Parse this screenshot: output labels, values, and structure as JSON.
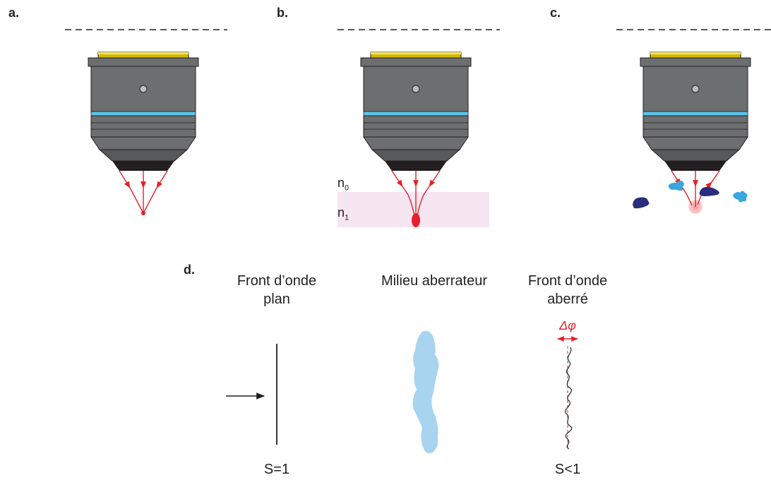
{
  "panels": {
    "a": {
      "label": "a."
    },
    "b": {
      "label": "b.",
      "n0_base": "n",
      "n0_sub": "0",
      "n1_base": "n",
      "n1_sub": "1"
    },
    "c": {
      "label": "c."
    },
    "d": {
      "label": "d.",
      "plane_wavefront_line1": "Front d’onde",
      "plane_wavefront_line2": "plan",
      "medium_title": "Milieu aberrateur",
      "aberrated_line1": "Front d’onde",
      "aberrated_line2": "aberré",
      "phase_label": "Δφ",
      "strehl_plane": "S=1",
      "strehl_aberrated": "S<1"
    }
  },
  "colors": {
    "objective_body": "#6d6e70",
    "objective_dark": "#58595b",
    "objective_cap": "#d4b800",
    "aqua_band": "#5bc4e8",
    "ray": "#e4202a",
    "medium_fill": "#f6e6f2",
    "aberrating_medium": "#a9d4f0",
    "scatter_dark": "#2a2c7c",
    "scatter_light": "#3aa6dd",
    "halo": "#f7b6b8"
  }
}
